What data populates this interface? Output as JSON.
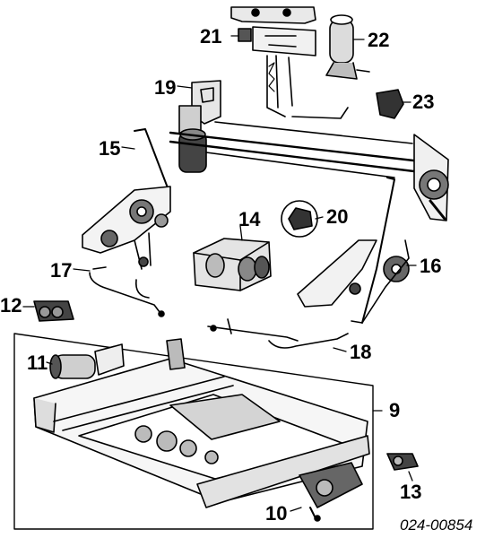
{
  "diagram": {
    "callouts": {
      "c9": "9",
      "c10": "10",
      "c11": "11",
      "c12": "12",
      "c13": "13",
      "c14": "14",
      "c15": "15",
      "c16": "16",
      "c17": "17",
      "c18": "18",
      "c19": "19",
      "c20": "20",
      "c21": "21",
      "c22": "22",
      "c23": "23"
    },
    "reference_code": "024-00854"
  }
}
